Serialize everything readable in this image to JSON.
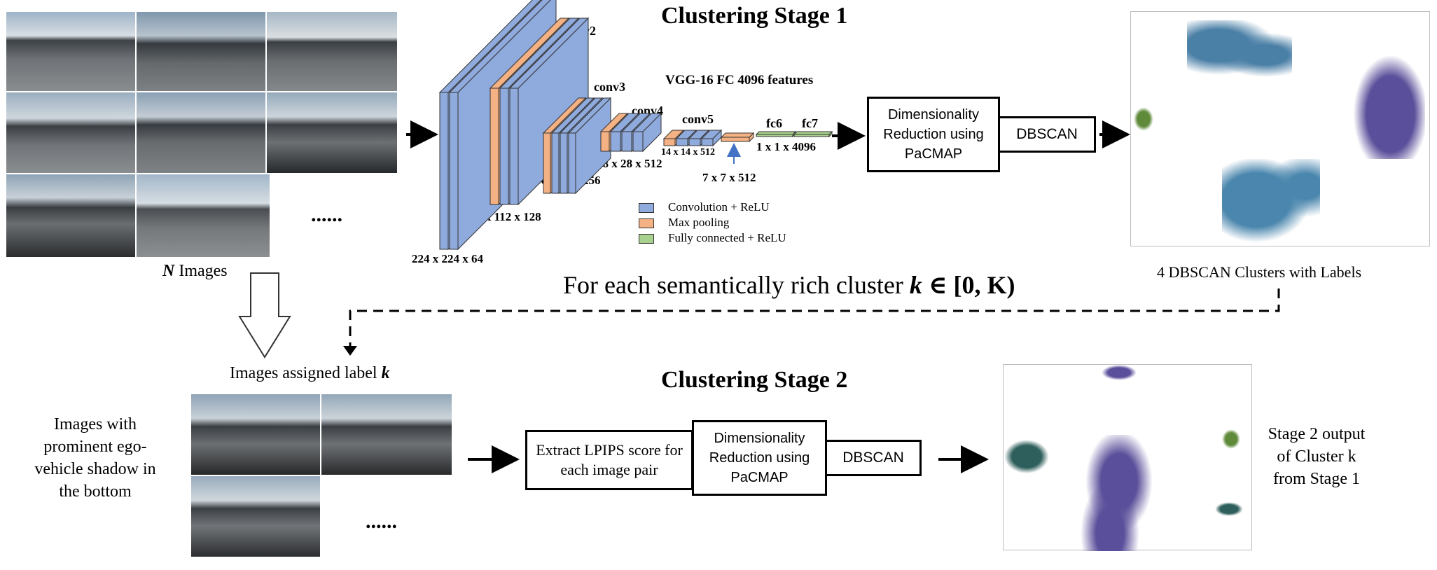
{
  "stage1": {
    "title": "Clustering Stage 1",
    "input_caption": "Images",
    "input_caption_var": "N",
    "ellipsis": "......",
    "vgg_title": "VGG-16 FC 4096 features",
    "layers": {
      "conv2": "conv2",
      "conv3": "conv3",
      "conv4": "conv4",
      "conv5": "conv5",
      "fc6": "fc6",
      "fc7": "fc7"
    },
    "dims": {
      "d224": "224 x 224 x 64",
      "d112": "112 x 112 x 128",
      "d56": "56 x 56 x 256",
      "d28": "28 x 28 x 512",
      "d14": "14 x 14 x 512",
      "d7": "7 x 7 x 512",
      "d1": "1 x 1 x 4096"
    },
    "legend": [
      {
        "label": "Convolution + ReLU",
        "color": "#8faadc"
      },
      {
        "label": "Max pooling",
        "color": "#f4b183"
      },
      {
        "label": "Fully connected + ReLU",
        "color": "#a9d18e"
      }
    ],
    "dimred_box": "Dimensionality Reduction using PaCMAP",
    "dbscan_box": "DBSCAN",
    "scatter_caption": "4 DBSCAN Clusters with Labels"
  },
  "loop": {
    "text": "For each semantically rich cluster",
    "var": "k",
    "set_symbol": "∈ [0, K)"
  },
  "stage2": {
    "title": "Clustering Stage 2",
    "assigned_label": "Images assigned label",
    "assigned_var": "k",
    "side_note": "Images with prominent ego-vehicle shadow in the bottom",
    "ellipsis": "......",
    "lpips_box": "Extract LPIPS score for each image pair",
    "dimred_box": "Dimensionality Reduction using PaCMAP",
    "dbscan_box": "DBSCAN",
    "output_caption": "Stage 2 output of Cluster k from Stage 1"
  },
  "colors": {
    "conv": "#8faadc",
    "pool": "#f4b183",
    "fc": "#a9d18e",
    "arrow_blue": "#4472c4",
    "cluster_blue": "#4a7fa6",
    "cluster_purple": "#5a4f9a",
    "cluster_teal": "#2f5f5c",
    "cluster_green": "#5f8a3a"
  }
}
